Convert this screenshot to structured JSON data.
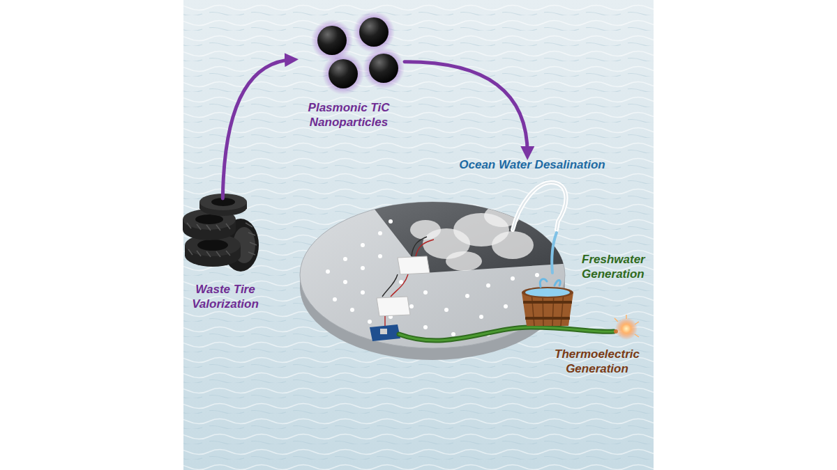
{
  "diagram": {
    "nodes": [
      {
        "text": [
          "Waste Tire Valorization"
        ]
      },
      {
        "text": [
          "Plasmonic TiC Nanoparticles"
        ]
      },
      {
        "text": [
          "Ocean Water Desalination"
        ]
      },
      {
        "text": [
          "Freshwater Generation"
        ]
      },
      {
        "text": [
          "Thermoelectric Generation"
        ]
      }
    ],
    "edges": [
      {
        "from": 0,
        "to": 1,
        "arrow": "to"
      },
      {
        "from": 1,
        "to": 2,
        "arrow": "to"
      }
    ]
  }
}
